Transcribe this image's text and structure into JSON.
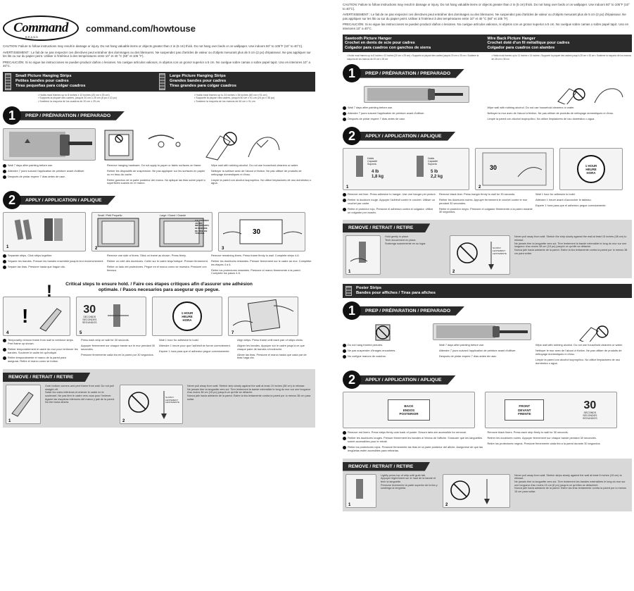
{
  "left": {
    "page_number": "",
    "brand": "Command",
    "brand_sub": "BRAND",
    "url": "command.com/howtouse",
    "caution": "CAUTION: Failure to follow instructions may result in damage or injury. Do not hang valuable items or objects greater than 2 in (5 cm) thick. Do not hang over beds or on wallpaper. Use indoors 50° to 105°F (10° to 40°C).",
    "advertissement": "AVERTISSEMENT : Le fait de ne pas respecter ces directives peut entraîner des dommages ou des blessures. Ne suspendez pas d'articles de valeur ou d'objets mesurant plus de 5 cm (2 po) d'épaisseur. Ne pas appliquer sur les lits ou sur du papier peint. Utiliser à l'intérieur à des températures entre 10° et 40 °C (50° et 105 °F).",
    "precaucion": "PRECAUCIÓN: Si no sigue las instrucciones se pueden producir daños o lesiones. No cuelgue artículos valiosos, ni objetos con un grosor superior a 5 cm. No cuelgue sobre camas o sobre papel tapiz. Uso en interiores 10° a 40°C.",
    "strips": [
      {
        "title": "Small Picture Hanging Strips\nPetites bandes pour cadres\nTiras pequeñas para colgar cuadros",
        "bullets": "• Holds most frames up to 8 inches x 10 inches (20 cm x 25 cm)\n• Supports la plupart des cadres, jusqu'à 20 cm x 25 cm (8 po x 10 po)\n• Sostiene la mayoría de los cuadros de 20 cm x 25 cm"
      },
      {
        "title": "Large Picture Hanging Strips\nGrandes bandes pour cadres\nTiras grandes para colgar cuadros",
        "bullets": "• Holds most frames up to 24 inches x 36 inches (60 cm x 91 cm)\n• Supporte la plupart des cadres, jusqu'à 60 cm x 91 cm (24 po x 36 po)\n• Sostiene la mayoría de los marcos de 60 cm x 91 cm"
      }
    ],
    "prep_title": "PREP / PRÉPARATION / PREPARADO",
    "prep_num": "1",
    "prep_instr": [
      [
        "Wait 7 days after painting before use.",
        "Attendre 7 jours suivant l'application de peinture avant d'utiliser.",
        "Después de pintar espere 7 días antes de usar."
      ],
      [
        "Remove hanging hardware. Do not apply to paper or fabric surfaces on frame.",
        "Retirer les dispositifs de suspension. Ne pas appliquer sur les surfaces en papier ou en tissu du cadre.",
        "Retire ganchos de la parte posterior del marco. No aplique las tiras sobre papel o superficies suaves en el marco."
      ],
      [
        "Wipe wall with rubbing alcohol. Do not use household cleaners or water.",
        "Nettoyer la surface avec de l'alcool à friction. Ne pas utiliser de produits de nettoyage domestiques ni d'eau.",
        "Limpie la pared con alcohol isopropílico. No utilice limpiadores de uso doméstico o agua."
      ]
    ],
    "apply_title": "APPLY / APPLICATION / APLIQUE",
    "apply_num": "2",
    "small_label": "Small / Petit Pequeño",
    "large_label": "Large / Grand / Grande",
    "side_note": "CALENDRIER JOURS IMPORTANTS 30 PERIODE DE MISE EN TENSION",
    "apply_instr": [
      [
        "Separate strips. Click strips together.",
        "Séparer les bandes. Presser les bandes ensemble jusqu'à leur enclenchement.",
        "Separe las tiras. Presione hasta que hagan clic."
      ],
      [
        "Remove one side of liners. Stick on frame as shown. Press firmly.",
        "Retirer un côté des doublures. Coller sur le cadre telqu'indiqué. Presser fermement.",
        "Retire un lado del protectores. Pegue en el marco como se muestra. Presione con firmeza."
      ],
      [
        "Remove remaining liners. Press frame firmly to wall. Complete steps 4-6.",
        "Retirer les doublures restantes. Presser fermement sur le cadre au mur. Compléter les étapes 4 à 6.",
        "Retire los protectores restantes. Presione el marco firmemente a la pared. Complete los pasos 4-6."
      ]
    ],
    "critical": "Critical steps to ensure hold. / Faire ces étapes critiques afin d'assurer une adhésion optimale. / Pasos necesarios para asegurar que pegue.",
    "thirty": "30",
    "thirty_sub": "SECONDS\nSECONDES\nSEGUNDOS",
    "hour_clock": "1 HOUR\nHEURE\nHORA",
    "crit_instr": [
      [
        "Temporarily remove frame from wall to reinforce strips. Peel frame up shown.",
        "Retirer temporairement le cadre du mur pour renforcer les bandes. Soulever le cadre tel qu'indiqué.",
        "Retire temporalmente el marco de la pared para asegurar. Retire el marco como se indica."
      ],
      [
        "Press each strip on wall for 30 seconds.",
        "Appuyer fermement sur chaque bande sur le mur pendant 30 secondes.",
        "Presione firmemente cada tira en la pared por 30 segundos."
      ],
      [
        "Wait 1 hour for adhesive to build.",
        "Attendre 1 heure pour que l'adhésif se forme correctement.",
        "Espere 1 hora para que el adhesivo pegue correctamente."
      ],
      [
        "Align strips. Press frame until each pair of strips clicks.",
        "Aligner les bandes. Appuyer sur le cadre jusqu'à ce que chaque paire de bandes s'enclenche.",
        "Alinee las tiras. Presione el marco hasta que cada par de tiras haga clic."
      ]
    ],
    "remove_title": "REMOVE / RETRAIT / RETIRE",
    "remove_a": "Grab bottom corners and peel frame from wall. Do not pull straight off.\nSaisir les coins inférieurs et enlever le cadre en le soulevant. Ne pas tirer le cadre vers vous pour l'enlever.\nAgarre las esquinas inferiores del marco y jale de la pared. No tire hacia afuera.",
    "remove_b": "Never pull away from wall. Stretch strip slowly against the wall at least 15 inches (38 cm) to release.\nNe jamais tirer la languette vers soi. Tirer lentement la bande extensible le long du mur sur une longueur d'au moins 38 cm (15 po) jusqu'à ce qu'elle se détache.\nNunca jale hacia adelante de la pared. Estire la tira lentamente contra la pared por lo menos 38 cm para soltar.",
    "slowly": "SLOWLY LENTEMENT LENTAMENTE"
  },
  "right": {
    "page_number": "",
    "caution": "CAUTION: Failure to follow instructions may result in damage or injury. Do not hang valuable items or objects greater than 2 in (5 cm) thick. Do not hang over beds or on wallpaper. Use indoors 50° to 105°F (10° to 40°C).",
    "advertissement": "AVERTISSEMENT : Le fait de ne pas respecter ces directives peut entraîner des dommages ou des blessures. Ne suspendez pas d'articles de valeur ou d'objets mesurant plus de 5 cm (2 po) d'épaisseur. Ne pas appliquer sur les lits ou sur du papier peint. Utiliser à l'intérieur à des températures entre 10° et 40 °C (50° et 105 °F).",
    "precaucion": "PRECAUCIÓN: Si no sigue las instrucciones se pueden producir daños o lesiones. No cuelgue artículos valiosos, ni objetos con un grosor superior a 5 cm. No cuelgue sobre camas o sobre papel tapiz. Uso en interiores 10° a 40°C.",
    "hangers": [
      {
        "title": "Sawtooth Picture Hanger\nCrochet en dents de scie pour cadres\nColgador para cuadros con ganchos de sierra",
        "bullets": "• Holds most frames up to 8 inches x 10 inches (20 cm x 25 cm)    • Supports la plupart des cadres jusqu'à 20 cm x 25 cm    • Sostiene la mayoría de los marcos de 20 cm x 25 cm"
      },
      {
        "title": "Wire Back Picture Hanger\nCrochet doté d'un fil métallique pour cadres\nColgador para cuadros con alambre",
        "bullets": "• Holds most frames up to 11 inches x 14 inches    • Supporte la plupart des cadres jusqu'à 28 cm x 35 cm    • Sostiene la mayoría de los marcos de 28 cm x 35 cm"
      }
    ],
    "prep_title": "PREP / PRÉPARATION / PREPARADO",
    "prep_num": "1",
    "prep_instr": [
      [
        "Wait 7 days after painting before use.",
        "Attendre 7 jours suivant l'application de peinture avant d'utiliser.",
        "Después de pintar espere 7 días antes de usar."
      ],
      [
        "Wipe wall with rubbing alcohol. Do not use household cleaners or water.",
        "Nettoyer la mur avec de l'alcool à friction. Ne pas utiliser de produits de nettoyage domestiques ni d'eau.",
        "Limpie la pared con alcohol isopropílico. No utilice limpiadores de uso doméstico o agua."
      ]
    ],
    "apply_title": "APPLY / APPLICATION / APLIQUE",
    "apply_num": "2",
    "hold_a": "Holds Capacité Soporta",
    "weight_a": "4 lb\n1,8 kg",
    "weight_b": "5 lb\n2,2 kg",
    "hour_clock": "1 HOUR\nHEURE\nHORA",
    "apply_instr": [
      [
        "Remove red liner. Press adhesive to hanger. Use one hanger per picture.",
        "Retirer la doublure rouge. Appuyer l'adhésif contre le crochet. Utiliser un crochet par cadre.",
        "Retire el protector rojo. Presione el adhesivo contra el colgador. Utilice un colgador por cuadro."
      ],
      [
        "Remove black liner. Press hanger firmly to wall for 30 seconds.",
        "Retirer les doublures noires. Appuyer fermement le crochet contre le mur pendant 30 secondes.",
        "Retire el protector negro. Presione el colgador firmemente a la pared durante 30 segundos."
      ],
      [
        "Wait 1 hour for adhesive to build.",
        "Attendre 1 heure avant d'accrocher le tableau.",
        "Espere 1 hora para que el adhesivo pegue correctamente."
      ]
    ],
    "remove_title": "REMOVE / RETRAIT / RETIRE",
    "remove_a": "Hold gently in place.\nTenir doucement en place.\nSostenga suavemente en su lugar.",
    "remove_b": "Never pull away from wall. Stretch the strip slowly against the wall at least 15 inches (38 cm) to release.\nNe jamais tirer la languette vers soi. Tirer lentement la bande extensible le long du mur sur une longueur d'au moins 38 cm (15 po) jusqu'à ce qu'elle se détache.\nNunca jale hacia adelante de la pared. Estire la tira lentamente contra la pared por lo menos 38 cm para soltar.",
    "slowly": "SLOWLY LENTEMENT LENTAMENTE",
    "poster": "Poster Strips\nBandes pour affiches / Tiras para afiches",
    "poster_prep_instr": [
      [
        "Do not hang framed pictures.",
        "Ne pas suspendre d'images encadrées.",
        "No cuelgue marcos de cuadros."
      ],
      [
        "Wait 7 days after painting before use.",
        "Attendre 7 jours suivant l'application de peinture avant d'utiliser.",
        "Después de pintar espere 7 días antes de usar."
      ],
      [
        "Wipe wall with rubbing alcohol. Do not use household cleaners or water.",
        "Nettoyer le mur avec de l'alcool à friction. Ne pas utiliser de produits de nettoyage domestiques ni d'eau.",
        "Limpie la pared con alcohol isopropílico. No utilice limpiadores de uso doméstico o agua."
      ]
    ],
    "back": "BACK\nENDOS\nPOSTERIOR",
    "front": "FRONT\nDEVANT\nFRENTE",
    "thirty": "30",
    "thirty_sub": "SECONDS\nSECONDES\nSEGUNDOS",
    "poster_apply_instr": [
      [
        "Remove red liners. Press strips firmly onto back of poster. Ensure tabs are accessible for removal.",
        "Retirer les doublures rouges. Presser fermement les bandes à l'endos de l'affiche. S'assurer que les languettes soient accessibles pour le retrait.",
        "Retire los protectores rojos. Presione firmemente las tiras en la parte posterior del afiche. Asegúrese de que las lengüetas estén accesibles para retirarlas."
      ],
      [
        "Remove black liners. Press each strip firmly to wall for 30 seconds.",
        "Retirer les doublures noires. Appuyer fermement sur chaque bande pendant 30 secondes.",
        "Retire los protectores negros. Presione firmemente cada tira a la pared durante 30 segundos."
      ]
    ],
    "poster_remove_a": "Lightly press top of strip until grab tab.\nAppuyer légèrement sur le haut de la bande et tenir la languette.\nPresione levemente la parte superior de la tira y sostenga la lengüeta.",
    "poster_remove_b": "Never pull away from wall. Stretch strips slowly against the wall at least 6 inches (15 cm) to release.\nNe jamais tirer la languette vers soi. Tirer lentement les bandes extensibles le long du mur sur une longueur d'au moins 15 cm (6 po) jusqu'à ce qu'elles se détachent.\nNunca jale hacia adelante de la pared. Estire las tiras lentamente contra la pared por lo menos 15 cm para soltar."
  }
}
